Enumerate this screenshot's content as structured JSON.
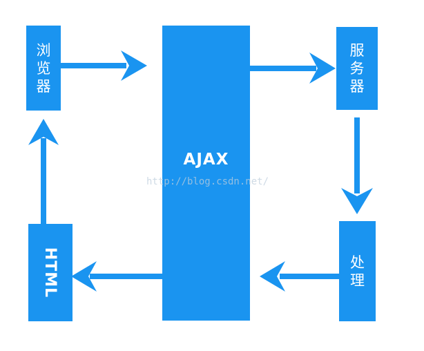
{
  "colors": {
    "accent": "#1a94f0",
    "background": "#ffffff"
  },
  "nodes": {
    "browser": {
      "chars": [
        "浏",
        "览",
        "器"
      ]
    },
    "server": {
      "chars": [
        "服",
        "务",
        "器"
      ]
    },
    "process": {
      "chars": [
        "处",
        "理"
      ]
    },
    "html": {
      "label": "HTML"
    },
    "ajax": {
      "label": "AJAX"
    }
  },
  "edges": [
    {
      "from": "browser",
      "to": "ajax"
    },
    {
      "from": "ajax",
      "to": "server"
    },
    {
      "from": "server",
      "to": "process"
    },
    {
      "from": "process",
      "to": "ajax"
    },
    {
      "from": "ajax",
      "to": "html"
    },
    {
      "from": "html",
      "to": "browser"
    }
  ],
  "watermark": "http://blog.csdn.net/"
}
